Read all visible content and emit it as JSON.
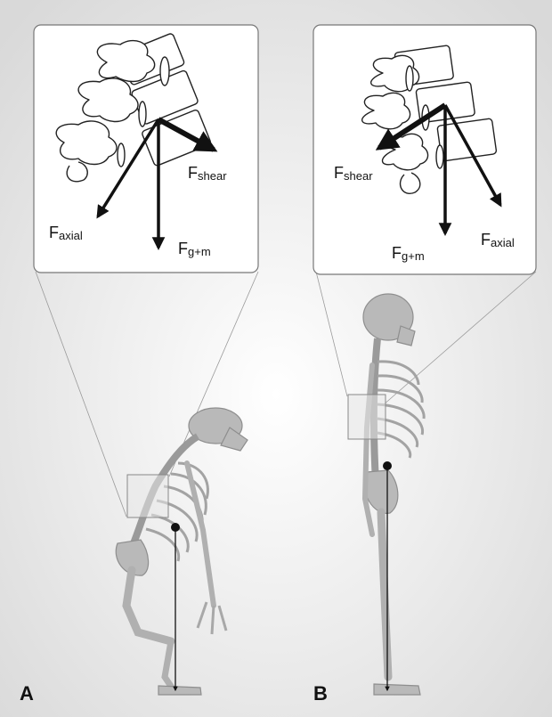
{
  "panels": [
    {
      "id": "A",
      "letter": "A",
      "forces": {
        "shear": {
          "prefix": "F",
          "sub": "shear"
        },
        "axial": {
          "prefix": "F",
          "sub": "axial"
        },
        "gravity": {
          "prefix": "F",
          "sub": "g+m"
        }
      }
    },
    {
      "id": "B",
      "letter": "B",
      "forces": {
        "shear": {
          "prefix": "F",
          "sub": "shear"
        },
        "axial": {
          "prefix": "F",
          "sub": "axial"
        },
        "gravity": {
          "prefix": "F",
          "sub": "g+m"
        }
      }
    }
  ],
  "colors": {
    "background": "#f3f3f3",
    "bone": "#b9b9b9",
    "bone_dark": "#8e8e8e",
    "arrow": "#111111",
    "inset_border": "#777777",
    "inset_fill": "#ffffff"
  }
}
